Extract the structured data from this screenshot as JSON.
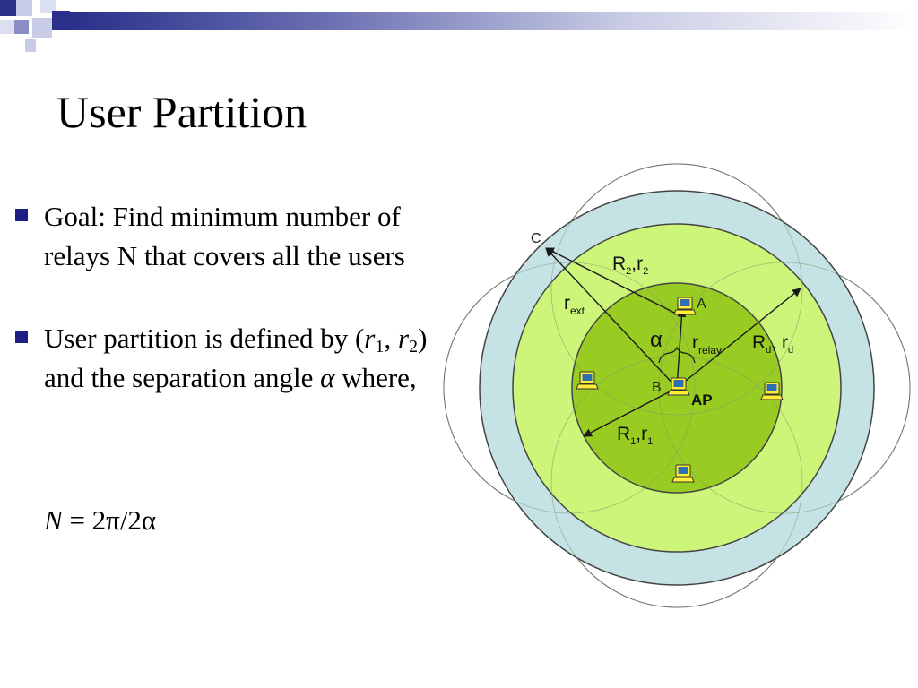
{
  "slide": {
    "title": "User Partition"
  },
  "bullets": [
    {
      "text": "Goal: Find minimum number of relays N that covers all the users"
    },
    {
      "text_prefix": "User partition is defined by (",
      "r1_sym": "r",
      "r1_sub": "1",
      "comma": ", ",
      "r2_sym": "r",
      "r2_sub": "2",
      "text_mid": ") and the separation angle ",
      "alpha": "α",
      "text_suffix": " where,"
    }
  ],
  "formula": {
    "lhs": "N",
    "rhs": " = 2π/2α"
  },
  "diagram": {
    "colors": {
      "outer_ring": "#c5e3e5",
      "middle_ring": "#ccf57a",
      "inner_disc": "#99cc22",
      "arrow": "#1a1a1a",
      "laptop_body": "#ffee33",
      "laptop_screen": "#2d6fb0"
    },
    "labels": {
      "point_c": "C",
      "point_a": "A",
      "point_b": "B",
      "ap": "AP",
      "alpha": "α",
      "r_ext": {
        "main": "r",
        "sub": "ext"
      },
      "r_relay": {
        "main": "r",
        "sub": "relay"
      },
      "R2_r2": {
        "R": "R",
        "R_sub": "2",
        "sep": ",r",
        "r_sub": "2"
      },
      "R1_r1": {
        "R": "R",
        "R_sub": "1",
        "sep": ",r",
        "r_sub": "1"
      },
      "Rd_rd": {
        "R": "R",
        "R_sub": "d",
        "sep": ", r",
        "r_sub": "d"
      }
    },
    "icons": {
      "laptop": "laptop-icon",
      "access_point": "access-point-icon"
    }
  }
}
